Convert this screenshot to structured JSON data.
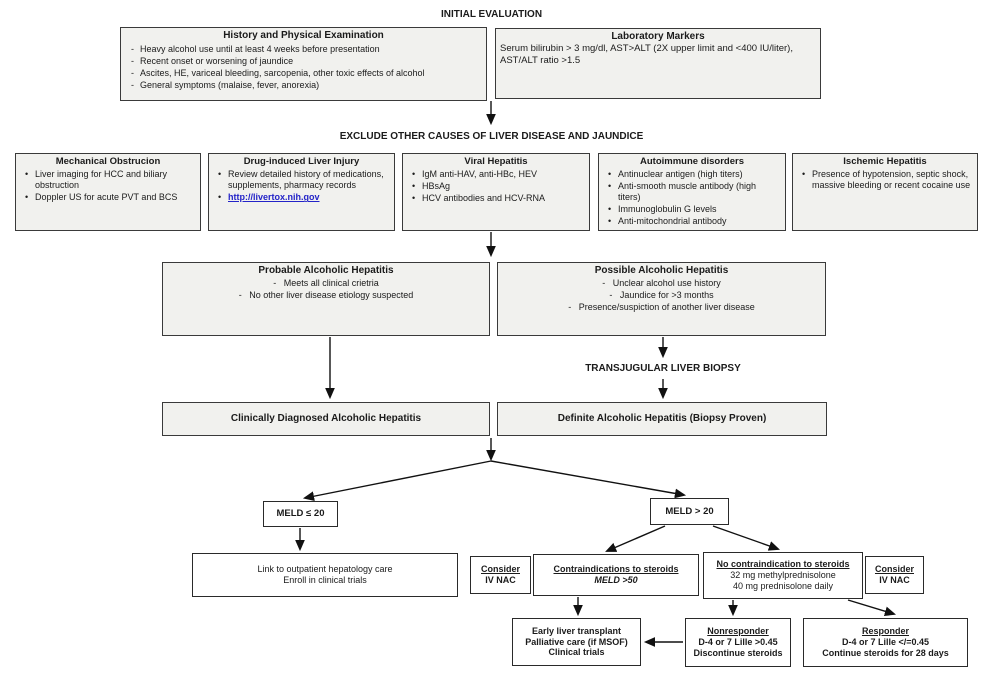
{
  "labels": {
    "initial": "INITIAL EVALUATION",
    "exclude": "EXCLUDE OTHER CAUSES OF LIVER DISEASE AND JAUNDICE",
    "biopsy": "TRANSJUGULAR LIVER BIOPSY"
  },
  "colors": {
    "box_fill": "#f1f1ee",
    "border": "#3a3a3a",
    "link": "#2323c8"
  },
  "boxes": {
    "history": {
      "title": "History and Physical Examination",
      "items": [
        "Heavy alcohol use until at least 4 weeks before presentation",
        "Recent onset or worsening of jaundice",
        "Ascites, HE, variceal bleeding, sarcopenia, other toxic effects of alcohol",
        "General symptoms (malaise, fever, anorexia)"
      ]
    },
    "lab": {
      "title": "Laboratory Markers",
      "text": "Serum bilirubin > 3 mg/dl,  AST>ALT (2X upper limit and <400 IU/liter), AST/ALT ratio >1.5"
    },
    "mechanical": {
      "title": "Mechanical Obstrucion",
      "items": [
        "Liver imaging for HCC and biliary obstruction",
        "Doppler US for acute PVT and BCS"
      ]
    },
    "drug": {
      "title": "Drug-induced Liver Injury",
      "items": [
        "Review detailed history of medications, supplements, pharmacy records"
      ],
      "link": "http://livertox.nih.gov"
    },
    "viral": {
      "title": "Viral Hepatitis",
      "items": [
        "IgM anti-HAV, anti-HBc, HEV",
        "HBsAg",
        "HCV antibodies and HCV-RNA"
      ]
    },
    "autoimmune": {
      "title": "Autoimmune disorders",
      "items": [
        "Antinuclear antigen (high titers)",
        "Anti-smooth muscle antibody (high titers)",
        "Immunoglobulin G levels",
        "Anti-mitochondrial antibody"
      ]
    },
    "ischemic": {
      "title": "Ischemic Hepatitis",
      "items": [
        "Presence of hypotension, septic shock, massive bleeding or recent cocaine use"
      ]
    },
    "probable": {
      "title": "Probable Alcoholic Hepatitis",
      "items": [
        "Meets all clinical crietria",
        "No other liver disease etiology suspected"
      ]
    },
    "possible": {
      "title": "Possible Alcoholic Hepatitis",
      "items": [
        "Unclear alcohol use history",
        "Jaundice for >3 months",
        "Presence/suspiction of another liver disease"
      ]
    },
    "clinical": {
      "text": "Clinically Diagnosed Alcoholic Hepatitis"
    },
    "definite": {
      "text": "Definite Alcoholic Hepatitis (Biopsy Proven)"
    },
    "meld_low": {
      "text": "MELD ≤ 20"
    },
    "meld_high": {
      "text": "MELD > 20"
    },
    "outpatient": {
      "lines": [
        "Link to outpatient hepatology care",
        "Enroll in clinical trials"
      ]
    },
    "nac_left": {
      "title": "Consider",
      "text": "IV NAC"
    },
    "contra": {
      "title": "Contraindications to steroids",
      "text": "MELD >50"
    },
    "no_contra": {
      "title": "No contraindication to steroids",
      "lines": [
        "32 mg methylprednisolone",
        "40 mg prednisolone daily"
      ]
    },
    "nac_right": {
      "title": "Consider",
      "text": "IV NAC"
    },
    "transplant": {
      "lines": [
        "Early liver transplant",
        "Palliative care (if MSOF)",
        "Clinical trials"
      ]
    },
    "nonresponder": {
      "title": "Nonresponder",
      "lines": [
        "D-4 or 7 Lille >0.45",
        "Discontinue steroids"
      ]
    },
    "responder": {
      "title": "Responder",
      "lines": [
        "D-4 or 7 Lille </=0.45",
        "Continue steroids for 28 days"
      ]
    }
  }
}
